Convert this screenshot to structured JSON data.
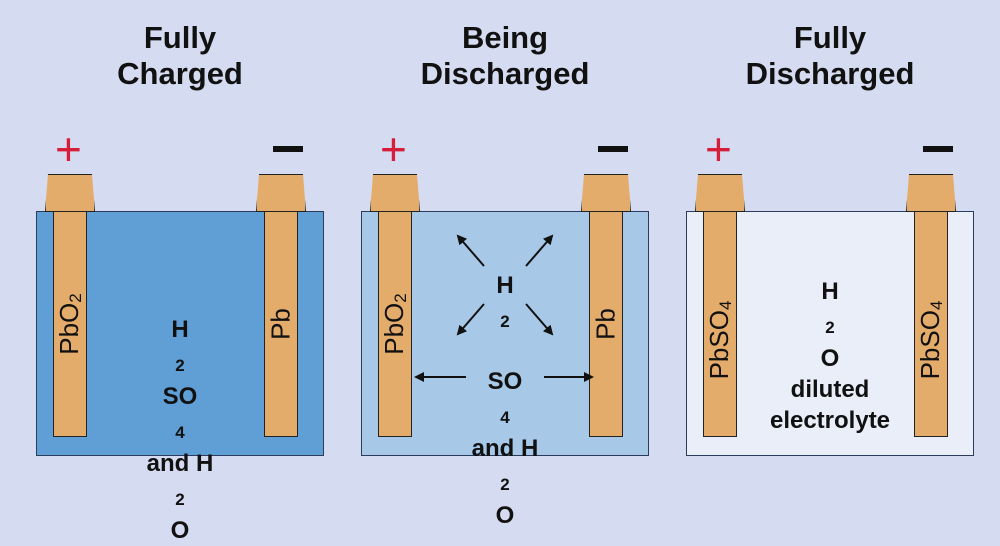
{
  "panels": [
    {
      "title_line1": "Fully",
      "title_line2": "Charged",
      "plus": "+",
      "left_plate": {
        "main": "PbO",
        "sub": "2"
      },
      "right_plate": {
        "main": "Pb",
        "sub": ""
      },
      "center": {
        "line1_a": "H",
        "line1_sub1": "2",
        "line1_b": "SO",
        "line1_sub2": "4",
        "line2_a": "and H",
        "line2_sub": "2",
        "line2_b": "O"
      },
      "fill_color": "#609fd6"
    },
    {
      "title_line1": "Being",
      "title_line2": "Discharged",
      "plus": "+",
      "left_plate": {
        "main": "PbO",
        "sub": "2"
      },
      "right_plate": {
        "main": "Pb",
        "sub": ""
      },
      "h2": {
        "a": "H",
        "sub": "2"
      },
      "so4": {
        "line1_a": "SO",
        "line1_sub": "4",
        "line2_a": "and H",
        "line2_sub": "2",
        "line2_b": "O"
      },
      "fill_color": "#a8c8e8"
    },
    {
      "title_line1": "Fully",
      "title_line2": "Discharged",
      "plus": "+",
      "left_plate": {
        "main": "PbSO",
        "sub": "4"
      },
      "right_plate": {
        "main": "PbSO",
        "sub": "4"
      },
      "center": {
        "line1_a": "H",
        "line1_sub": "2",
        "line1_b": "O",
        "line2": "diluted",
        "line3": "electrolyte"
      },
      "fill_color": "#e9eef9"
    }
  ],
  "colors": {
    "plate": "#e4ac6b",
    "plus_sign": "#d61e3a",
    "background": "#d5dbf0"
  }
}
